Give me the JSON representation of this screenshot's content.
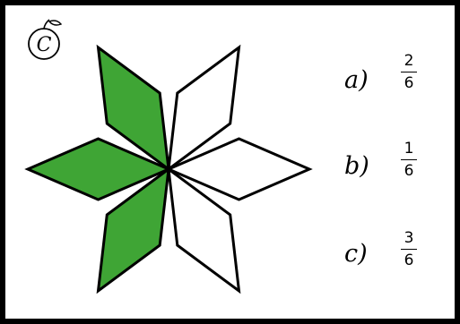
{
  "logo": {
    "letter": "C",
    "icon": "apple-icon"
  },
  "star": {
    "parts_total": 6,
    "parts_shaded": 3,
    "shaded_color": "#3fa535",
    "unshaded_color": "#ffffff",
    "outline_color": "#000000"
  },
  "options": [
    {
      "label": "a)",
      "numerator": "2",
      "denominator": "6"
    },
    {
      "label": "b)",
      "numerator": "1",
      "denominator": "6"
    },
    {
      "label": "c)",
      "numerator": "3",
      "denominator": "6"
    }
  ]
}
